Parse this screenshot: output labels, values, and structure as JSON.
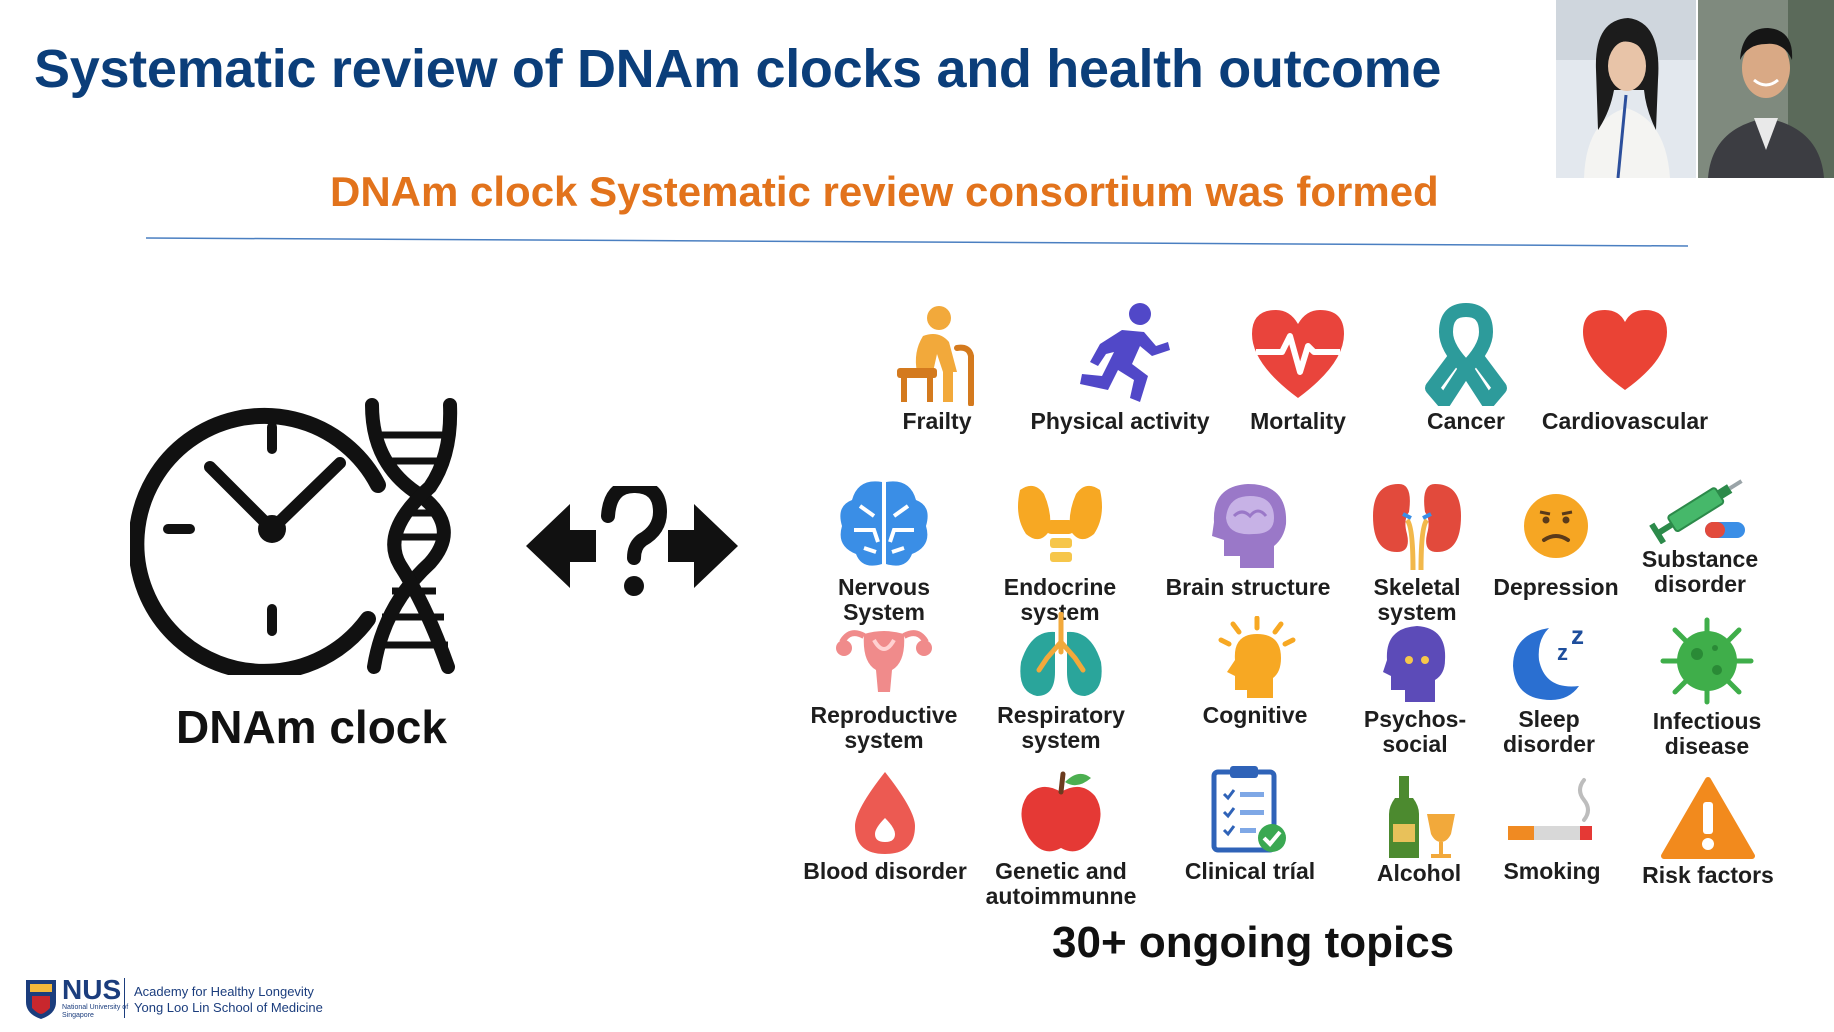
{
  "slide": {
    "title": "Systematic review of DNAm clocks and health outcome",
    "subtitle": "DNAm clock Systematic review consortium was formed",
    "clock_label": "DNAm clock",
    "relation_symbol": "question-mark-double-arrow",
    "ongoing": "30+ ongoing topics"
  },
  "topics": [
    {
      "label": "Frailty",
      "icon": "elderly-person-cane-icon"
    },
    {
      "label": "Physical activity",
      "icon": "running-person-icon"
    },
    {
      "label": "Mortality",
      "icon": "heartbeat-heart-icon"
    },
    {
      "label": "Cancer",
      "icon": "awareness-ribbon-icon"
    },
    {
      "label": "Cardiovascular",
      "icon": "red-heart-icon"
    },
    {
      "label": "Nervous System",
      "icon": "brain-circuit-icon"
    },
    {
      "label": "Endocrine system",
      "icon": "thyroid-icon"
    },
    {
      "label": "Brain structure",
      "icon": "head-brain-icon"
    },
    {
      "label": "Skeletal\nsystem",
      "icon": "kidneys-icon"
    },
    {
      "label": "Depression",
      "icon": "sad-face-icon"
    },
    {
      "label": "Substance\ndisorder",
      "icon": "syringe-pill-icon"
    },
    {
      "label": "Reproductive\nsystem",
      "icon": "uterus-icon"
    },
    {
      "label": "Respiratory\nsystem",
      "icon": "lungs-icon"
    },
    {
      "label": "Cognitive",
      "icon": "lightbulb-head-icon"
    },
    {
      "label": "Psychos-\nsocial",
      "icon": "head-profile-icon"
    },
    {
      "label": "Sleep\ndisorder",
      "icon": "moon-zzz-icon"
    },
    {
      "label": "Infectious\ndisease",
      "icon": "virus-icon"
    },
    {
      "label": "Blood disorder",
      "icon": "blood-drop-icon"
    },
    {
      "label": "Genetic and\nautoimmunne",
      "icon": "apple-icon"
    },
    {
      "label": "Clinical tríal",
      "icon": "clipboard-check-icon"
    },
    {
      "label": "Alcohol",
      "icon": "bottle-glass-icon"
    },
    {
      "label": "Smoking",
      "icon": "cigarette-icon"
    },
    {
      "label": "Risk factors",
      "icon": "warning-triangle-icon"
    }
  ],
  "footer": {
    "logo_word": "NUS",
    "logo_sub": "National University of Singapore",
    "line1": "Academy for Healthy Longevity",
    "line2": "Yong Loo Lin School of Medicine"
  },
  "colors": {
    "title": "#0b3e7a",
    "subtitle": "#e2731c",
    "divider": "#4a7fc1"
  }
}
